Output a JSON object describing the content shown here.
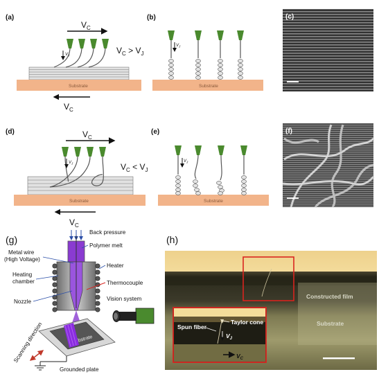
{
  "panels": {
    "a": {
      "label": "(a)",
      "vc_top": "V",
      "vc_top_sub": "C",
      "cond": "V",
      "cond_sub1": "C",
      "cond_op": " > V",
      "cond_sub2": "J",
      "vj": "V",
      "vj_sub": "J",
      "substrate": "Substrate",
      "vc_bottom": "V",
      "vc_bottom_sub": "C"
    },
    "b": {
      "label": "(b)",
      "vj": "V",
      "vj_sub": "J",
      "substrate": "Substrate"
    },
    "c": {
      "label": "(c)"
    },
    "d": {
      "label": "(d)",
      "vc_top": "V",
      "vc_top_sub": "C",
      "cond": "V",
      "cond_sub1": "C",
      "cond_op": " < V",
      "cond_sub2": "J",
      "vj": "V",
      "vj_sub": "J",
      "substrate": "Substrate",
      "vc_bottom": "V",
      "vc_bottom_sub": "C"
    },
    "e": {
      "label": "(e)",
      "vj": "V",
      "vj_sub": "J",
      "substrate": "Substrate"
    },
    "f": {
      "label": "(f)"
    },
    "g": {
      "label": "(g)",
      "back_pressure": "Back pressure",
      "polymer_melt": "Polymer melt",
      "metal_wire": "Metal wire",
      "high_voltage": "(High Voltage)",
      "heater": "Heater",
      "heating_chamber": "Heating",
      "heating_chamber2": "chamber",
      "thermocouple": "Thermocouple",
      "nozzle": "Nozzle",
      "vision_system": "Vision system",
      "substrate": "Substrate",
      "scanning_direction": "Scanning direction",
      "grounded_plate": "Grounded plate"
    },
    "h": {
      "label": "(h)",
      "constructed_film": "Constructed film",
      "substrate": "Substrate",
      "spun_fiber": "Spun fiber",
      "taylor_cone": "Taylor cone",
      "vj": "V",
      "vj_sub": "J",
      "vc": "V",
      "vc_sub": "C"
    }
  },
  "colors": {
    "substrate": "#f2b48a",
    "nozzle": "#4a8a2e",
    "fiber_stack": "#d0d0d0",
    "polymer": "#7b2fbf",
    "highlight_box": "#d9241f"
  }
}
